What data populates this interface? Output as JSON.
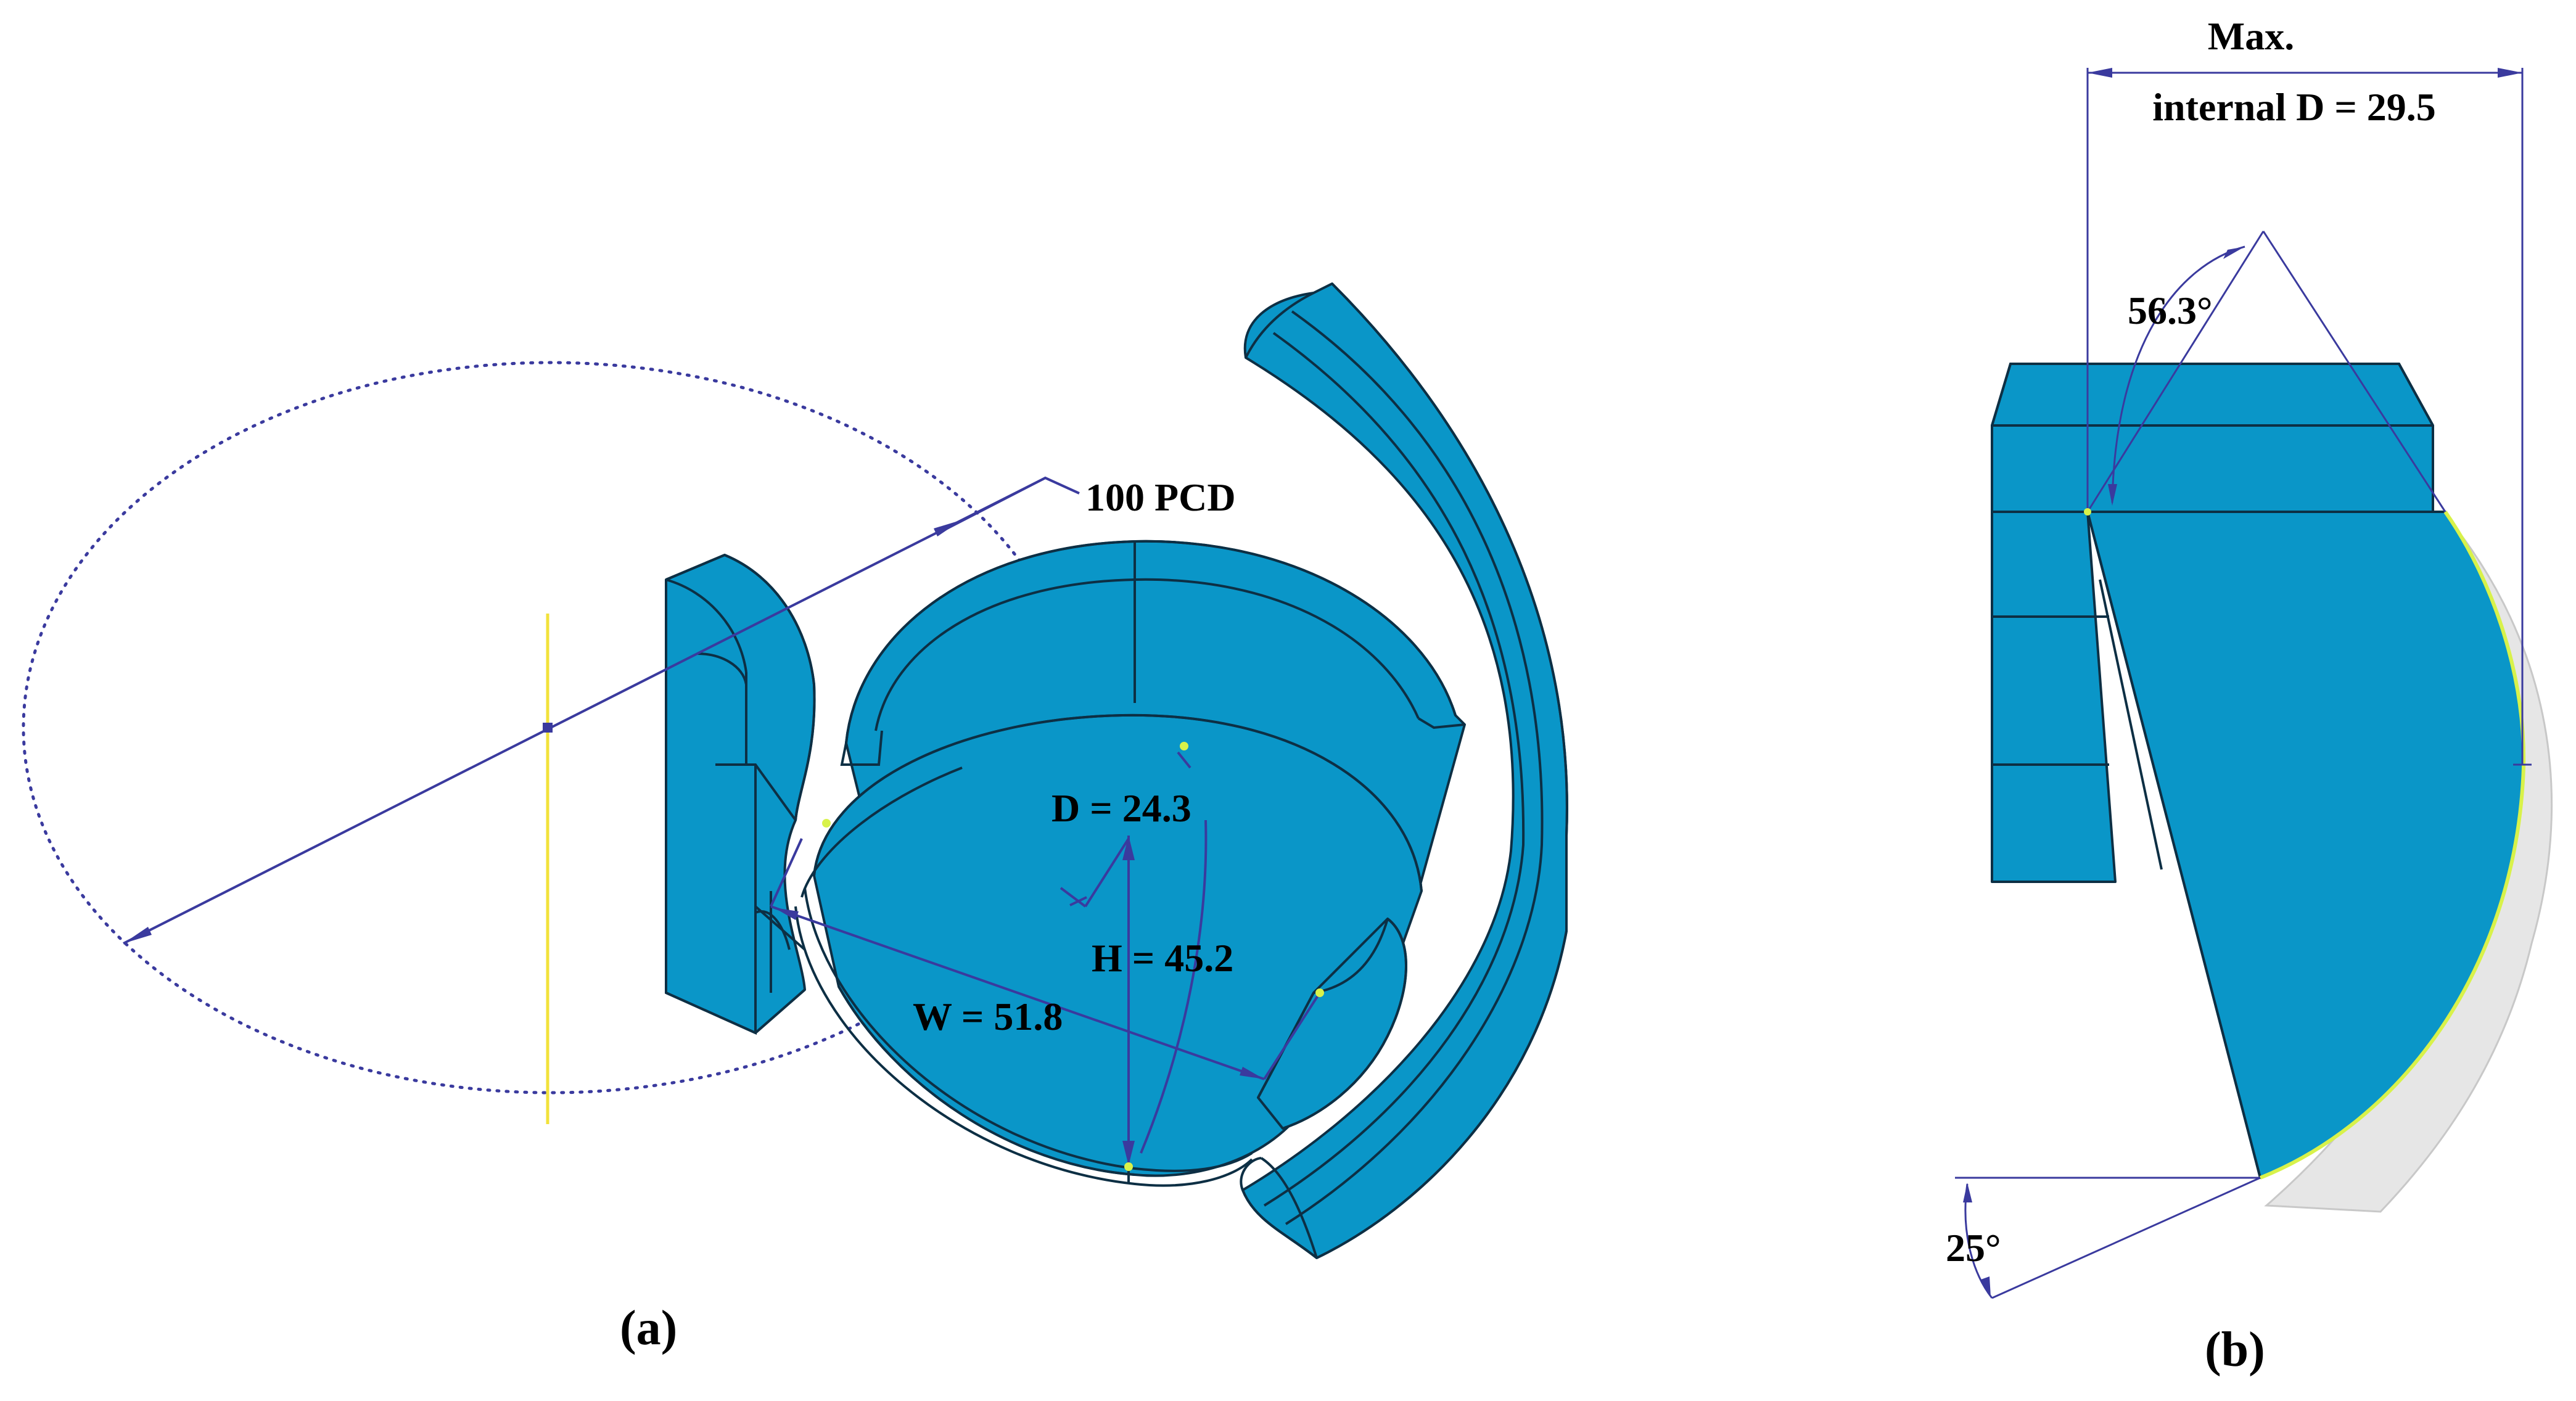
{
  "colors": {
    "part": "#0a96c8",
    "edge": "#0d2f44",
    "dimension": "#3a3a9e",
    "axis": "#f2e23a",
    "highlight": "#d8f24a",
    "shadow": "#e6e6e6"
  },
  "panel_a": {
    "caption": "(a)",
    "pcd_label": "100 PCD",
    "depth_label": "D = 24.3",
    "height_label": "H = 45.2",
    "width_label": "W = 51.8"
  },
  "panel_b": {
    "caption": "(b)",
    "max_label_line1": "Max.",
    "max_label_line2": "internal D = 29.5",
    "angle_top_label": "56.3°",
    "angle_bottom_label": "25°"
  }
}
